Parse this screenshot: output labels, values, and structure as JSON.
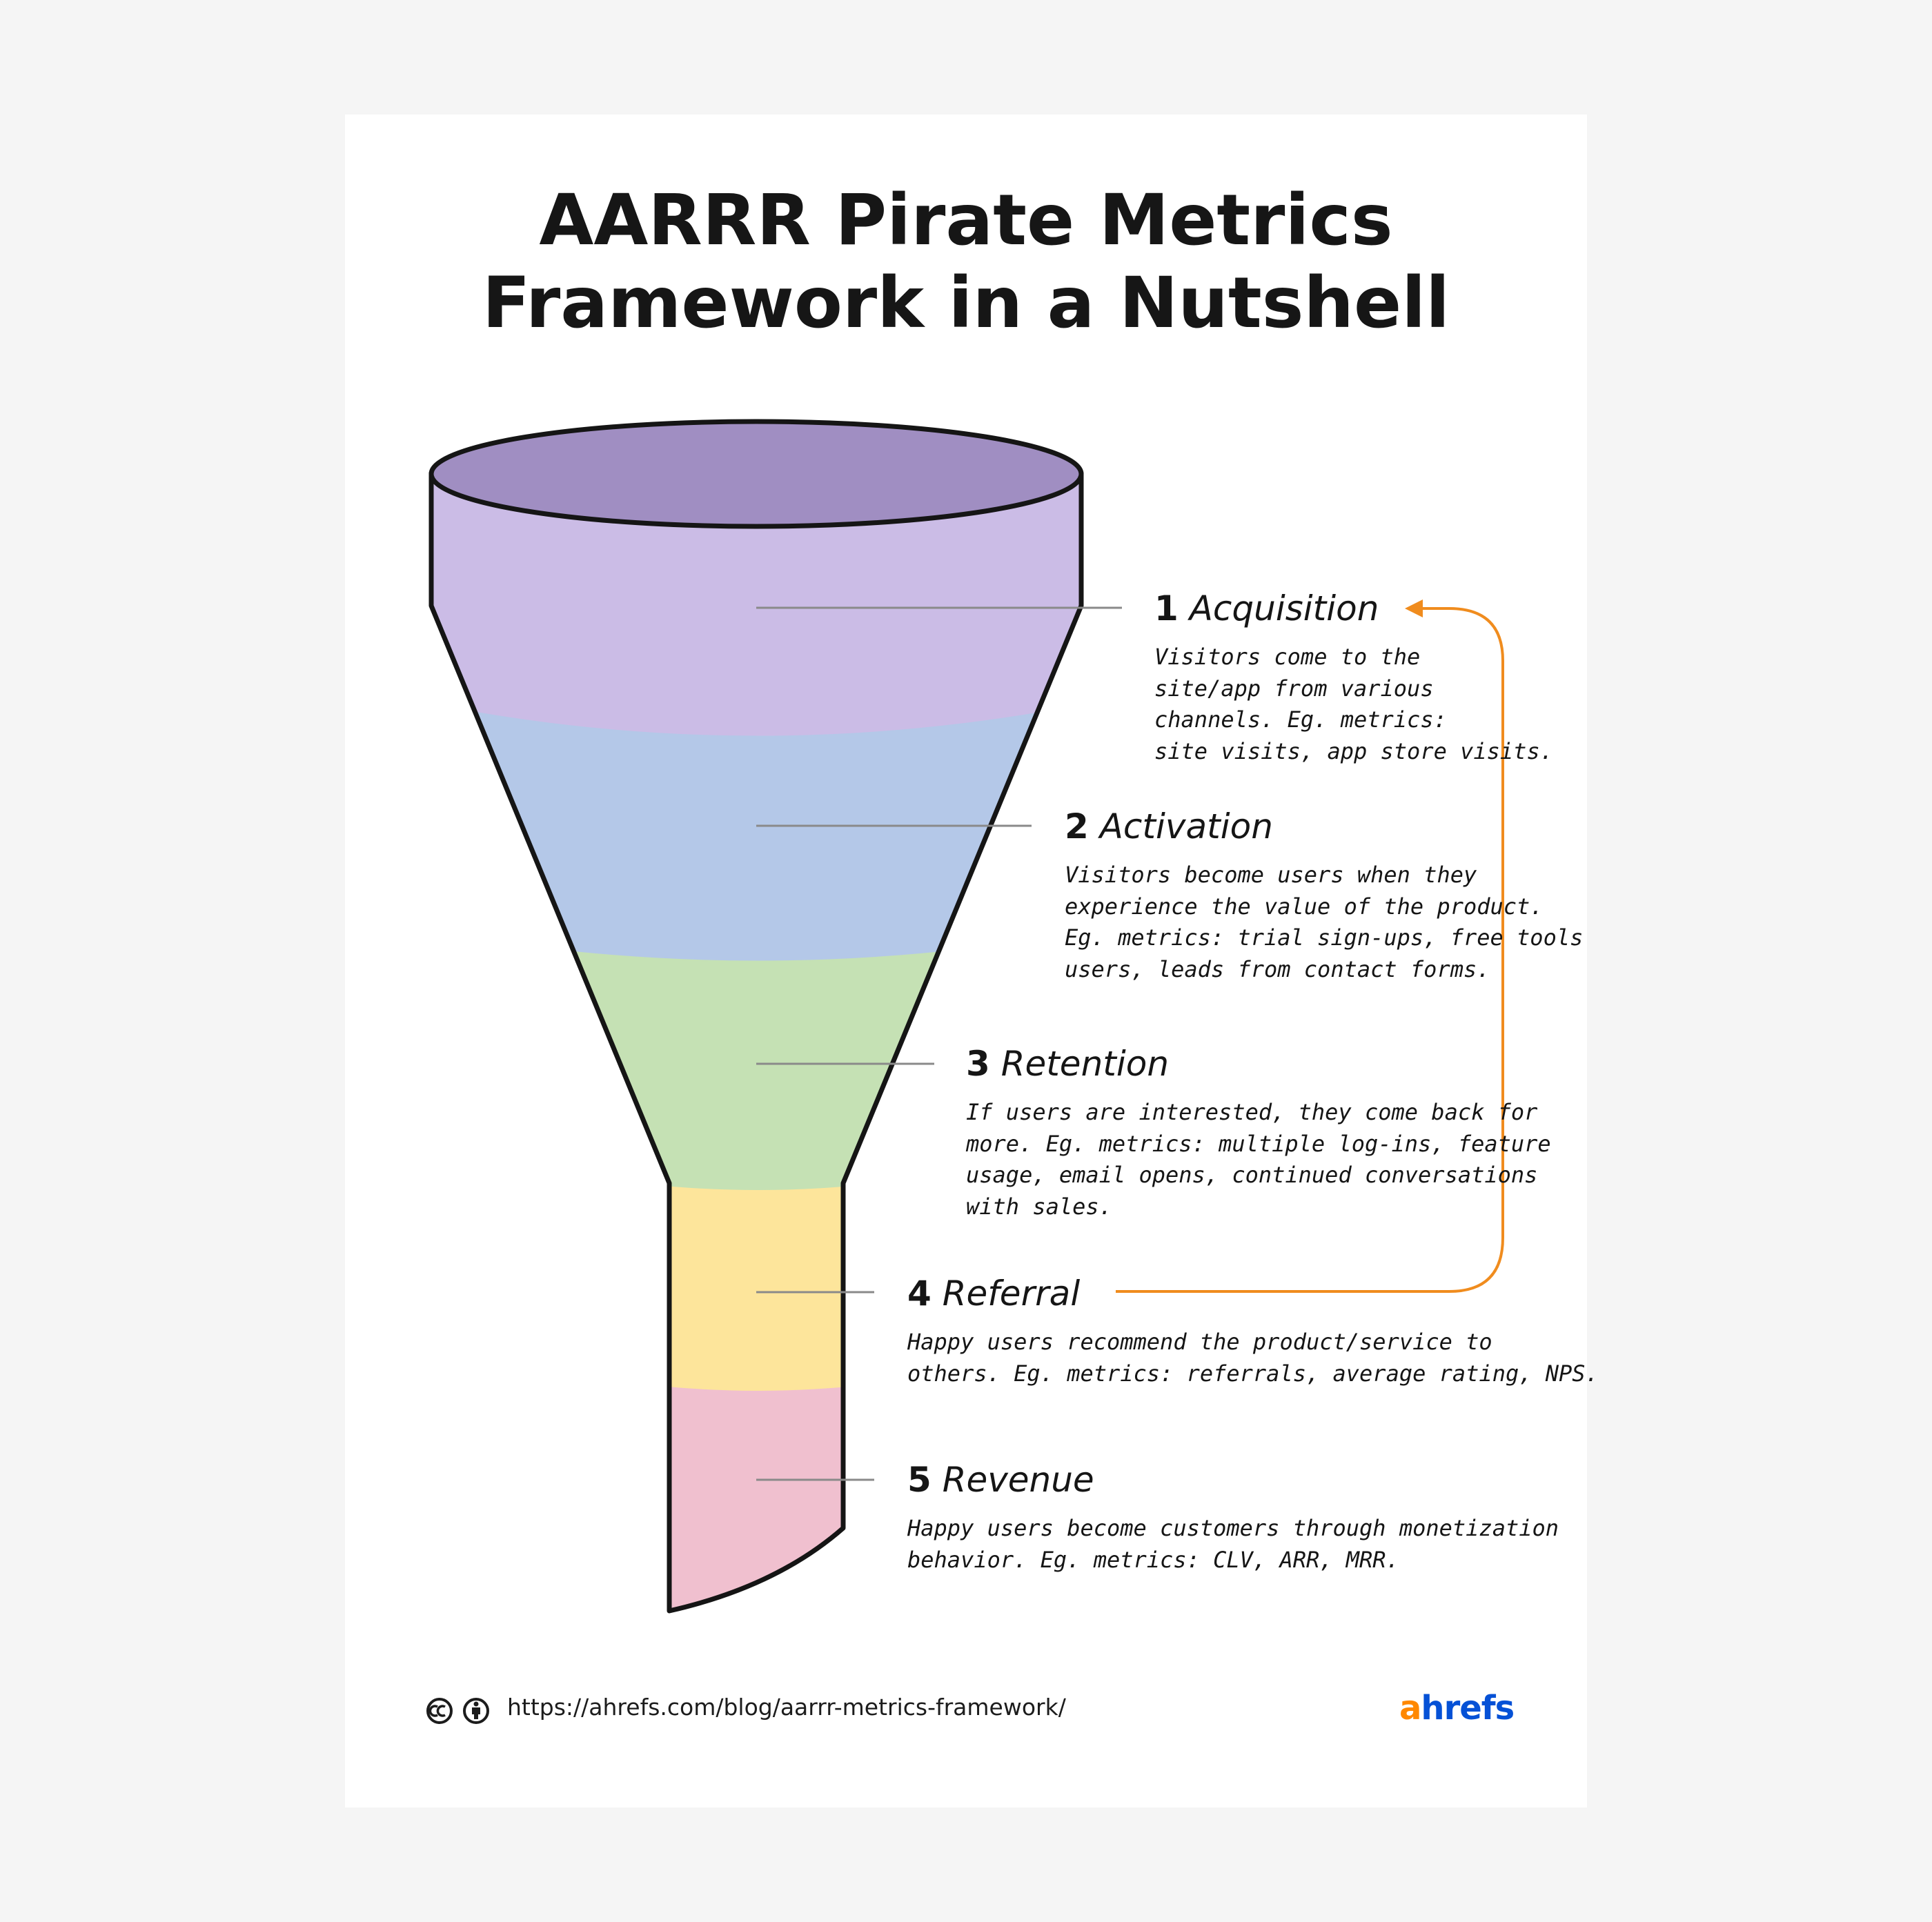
{
  "title": {
    "line1": "AARRR Pirate Metrics",
    "line2": "Framework in a Nutshell"
  },
  "stages": [
    {
      "number": "1",
      "name": "Acquisition",
      "color": "#cbbce6",
      "description": "Visitors come to the\nsite/app from various\nchannels. Eg. metrics:\nsite visits, app store visits."
    },
    {
      "number": "2",
      "name": "Activation",
      "color": "#b4c8e8",
      "description": "Visitors become users when they\nexperience the value of the product.\nEg. metrics: trial sign-ups, free tools\nusers, leads from contact forms."
    },
    {
      "number": "3",
      "name": "Retention",
      "color": "#c5e1b4",
      "description": "If users are interested, they come back for\nmore. Eg. metrics: multiple log-ins, feature\nusage, email opens, continued conversations\nwith sales."
    },
    {
      "number": "4",
      "name": "Referral",
      "color": "#fde59b",
      "description": "Happy users recommend the product/service to\nothers. Eg. metrics: referrals, average rating, NPS."
    },
    {
      "number": "5",
      "name": "Revenue",
      "color": "#f0c0cf",
      "description": "Happy users become customers through monetization\nbehavior. Eg. metrics: CLV, ARR, MRR."
    }
  ],
  "colors": {
    "funnel_top": "#a08ec2",
    "outline": "#151515",
    "leader_line": "#8a8a8a",
    "arrow": "#f08c1e"
  },
  "icons": [
    "creative-commons-icon",
    "attribution-icon"
  ],
  "footer": {
    "url": "https://ahrefs.com/blog/aarrr-metrics-framework/",
    "brand_accent": "a",
    "brand_rest": "hrefs"
  }
}
